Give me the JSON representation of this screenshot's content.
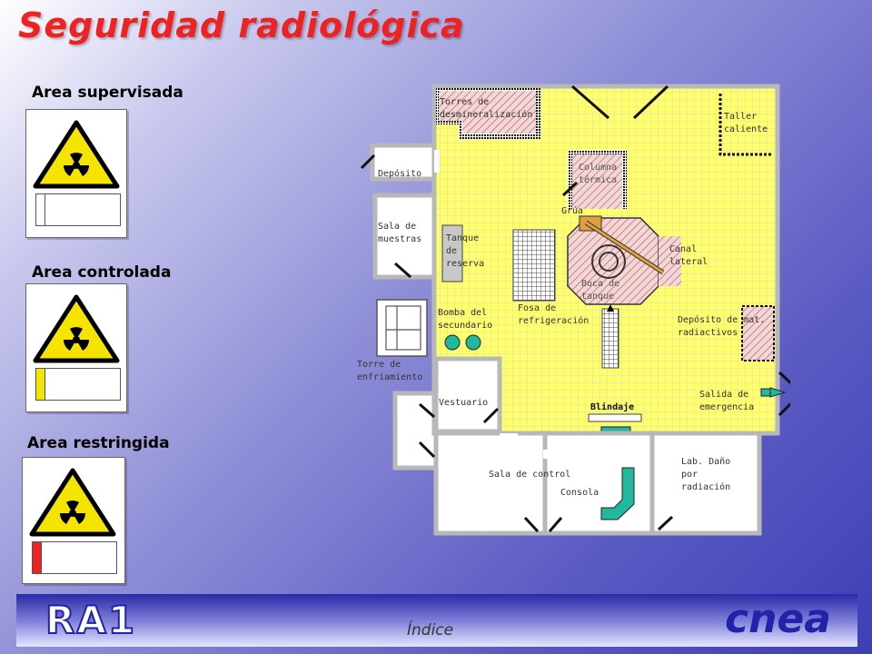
{
  "title": "Seguridad radiológica",
  "areas": [
    {
      "label": "Area supervisada",
      "stripe_color": "#ffffff"
    },
    {
      "label": "Area controlada",
      "stripe_color": "#f0e600"
    },
    {
      "label": "Area restringida",
      "stripe_color": "#ee2222"
    }
  ],
  "map": {
    "torres": "Torres de\ndesmineralización",
    "taller": "Taller\ncaliente",
    "deposito": "Depósito",
    "columna": "Columna\ntérmica",
    "grua": "Grúa",
    "sala_muestras": "Sala de\nmuestras",
    "tanque": "Tanque\nde\nreserva",
    "canal": "Canal\nlateral",
    "boca": "Boca de\ntanque",
    "fosa": "Fosa de\nrefrigeración",
    "bomba": "Bomba del\nsecundario",
    "deposito_mat": "Depósito de mat.\nradiactivos",
    "torre_enfriamiento": "Torre de\nenfriamiento",
    "vestuario": "Vestuario",
    "blindaje": "Blindaje",
    "salida": "Salida de\nemergencia",
    "sala_control": "Sala de control",
    "consola": "Consola",
    "lab": "Lab. Daño\npor\nradiación"
  },
  "footer": {
    "logo_left": "RA1",
    "index_link": "Índice",
    "logo_right": "cnea"
  },
  "colors": {
    "zone_yellow": "#ffff66",
    "wall_gray": "#b8b8b8",
    "hazard_yellow": "#f5e400",
    "pump_teal": "#22b8a0"
  }
}
